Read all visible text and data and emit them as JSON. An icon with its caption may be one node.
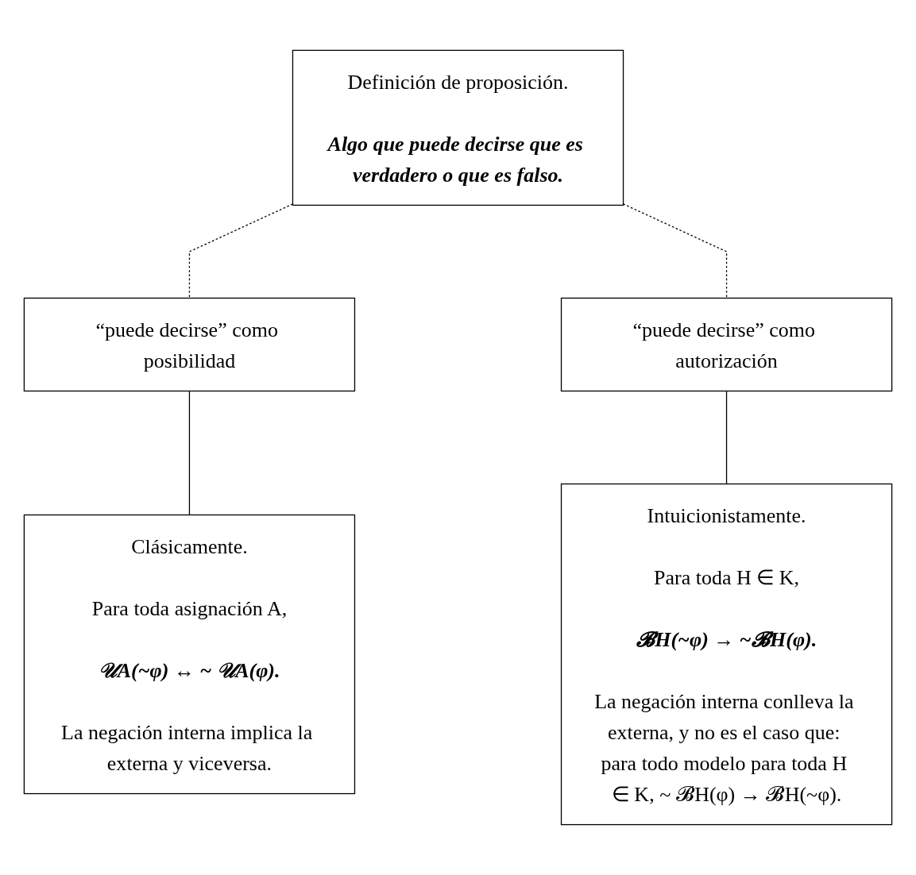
{
  "diagram": {
    "nodes": [
      {
        "text": [
          "Definición de proposición.",
          "Algo que puede decirse que es verdadero o que es falso."
        ]
      },
      {
        "text": [
          "“puede decirse” como posibilidad"
        ]
      },
      {
        "text": [
          "“puede decirse” como autorización"
        ]
      },
      {
        "text": [
          "Clásicamente.",
          "Para toda asignación A,",
          "𝒰A(~φ) ↔ ~ 𝒰A(φ).",
          "La negación interna implica la externa y viceversa."
        ]
      },
      {
        "text": [
          "Intuicionistamente.",
          "Para toda H ∈ K,",
          "𝓑H(~φ) → ~𝓑H(φ).",
          "La negación interna conlleva la externa, y no es el caso que: para todo modelo para toda H ∈ K, ~ 𝓑H(φ) → 𝓑H(~φ)."
        ]
      }
    ],
    "edges": [
      {
        "from": 0,
        "to": 1,
        "arrow": "none",
        "style": "dashed"
      },
      {
        "from": 0,
        "to": 2,
        "arrow": "none",
        "style": "dashed"
      },
      {
        "from": 1,
        "to": 3,
        "arrow": "none"
      },
      {
        "from": 2,
        "to": 4,
        "arrow": "none"
      }
    ]
  }
}
